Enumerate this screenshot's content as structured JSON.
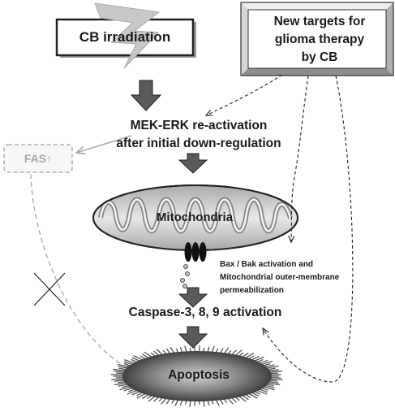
{
  "nodes": {
    "cb_irradiation": "CB  irradiation",
    "new_targets": [
      "New targets for",
      "glioma therapy",
      "by CB"
    ],
    "mek_erk": [
      "MEK-ERK re-activation",
      "after initial down-regulation"
    ],
    "fas": "FAS↑",
    "mitochondria": "Mitochondria",
    "bax_bak": [
      "Bax / Bak activation and",
      "Mitochondrial outer-membrane",
      "permeabilization"
    ],
    "caspase": "Caspase-3, 8, 9 activation",
    "apoptosis": "Apoptosis"
  },
  "colors": {
    "text": "#1a1a1a",
    "block_arrow": "#5a5a5a",
    "dashed_arrow": "#222222",
    "fas_inhibited": "#a8a8a8",
    "lightning": "#c8c8c8",
    "mitochondria_shade": "#bcbcbc",
    "apoptosis_core": "#404040"
  }
}
